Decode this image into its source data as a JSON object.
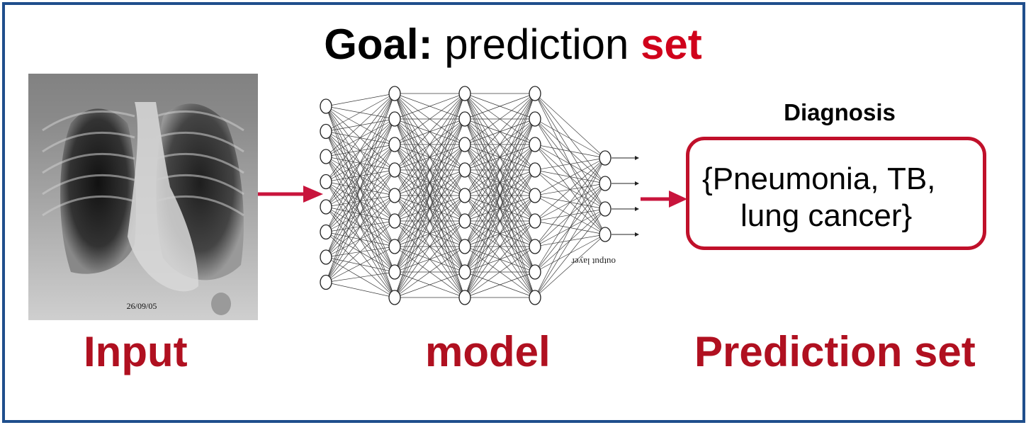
{
  "title": {
    "bold": "Goal:",
    "normal": " prediction ",
    "highlight": "set"
  },
  "input_image": {
    "date_stamp": "26/09/05"
  },
  "model": {
    "output_layer_text": "output layer"
  },
  "diagnosis": {
    "heading": "Diagnosis",
    "line1": "{Pneumonia, TB,",
    "line2": "lung cancer}"
  },
  "labels": {
    "input": "Input",
    "model": "model",
    "prediction_set": "Prediction set"
  },
  "colors": {
    "frame": "#1f4e8c",
    "accent_red": "#b01020",
    "arrow": "#c8143c"
  }
}
